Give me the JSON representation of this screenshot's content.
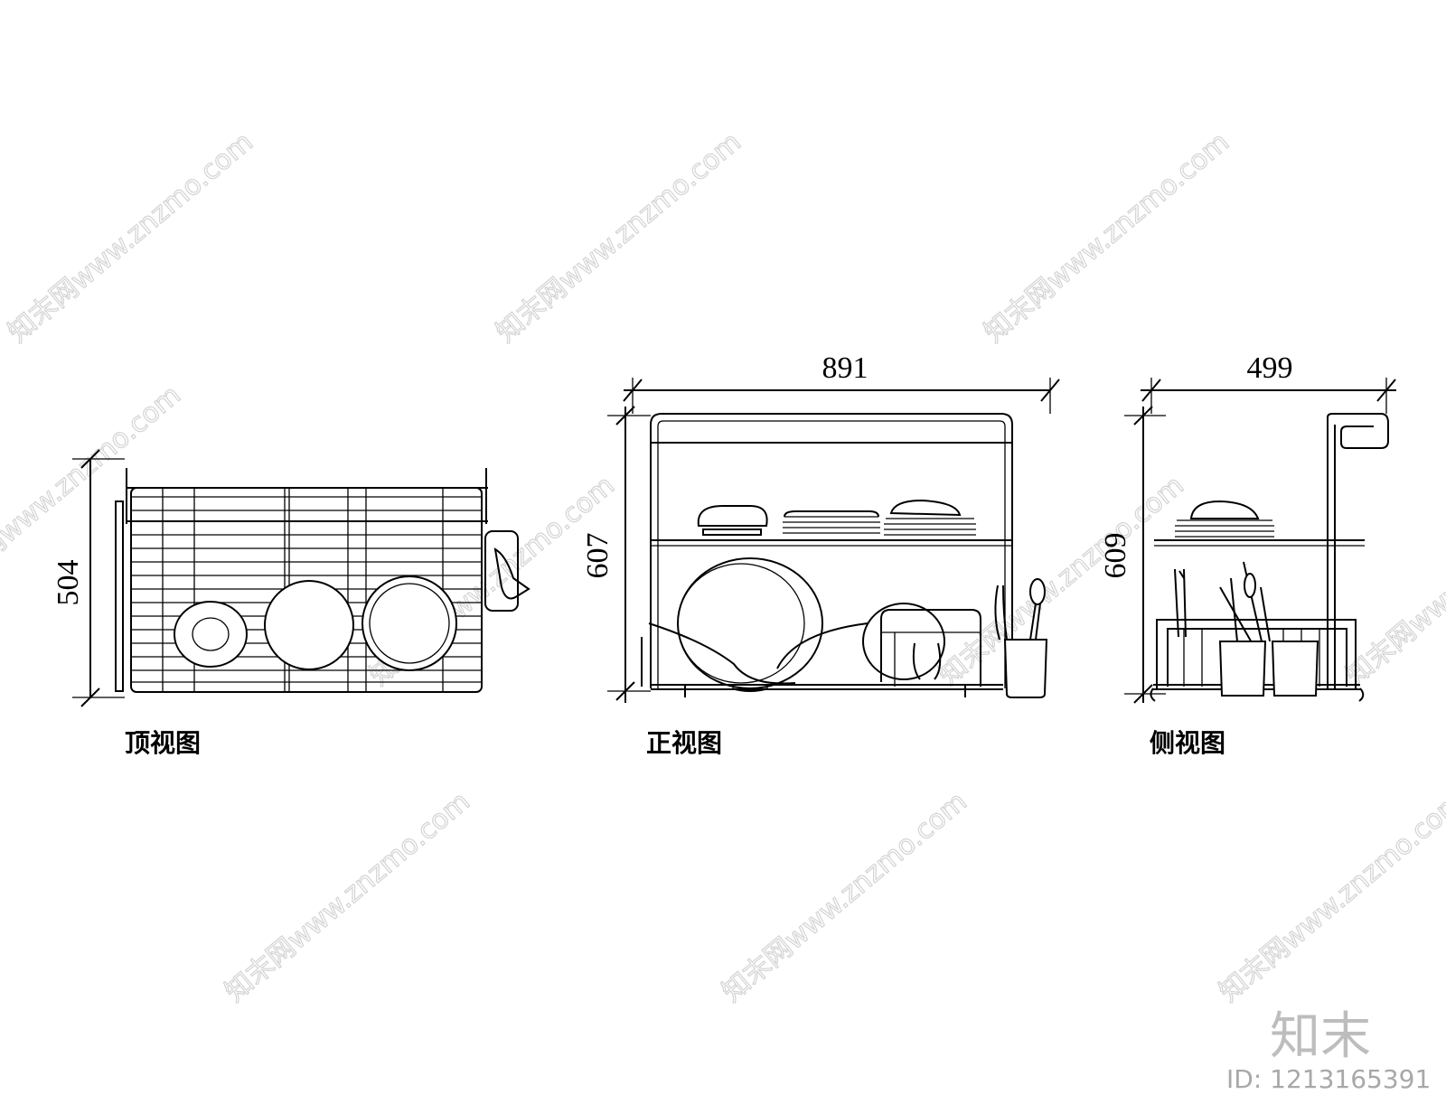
{
  "views": {
    "top": {
      "caption": "顶视图",
      "dimension": "504"
    },
    "front": {
      "caption": "正视图",
      "width_dimension": "891",
      "height_dimension": "607"
    },
    "side": {
      "caption": "侧视图",
      "width_dimension": "499",
      "height_dimension": "609"
    }
  },
  "watermark": {
    "text": "知末网www.znzmo.com"
  },
  "brand": {
    "logo_text": "知末",
    "id_text": "ID: 1213165391"
  },
  "colors": {
    "line": "#000000",
    "background": "#ffffff",
    "watermark": "#d4d4d4",
    "brand": "#bdbdbd"
  }
}
